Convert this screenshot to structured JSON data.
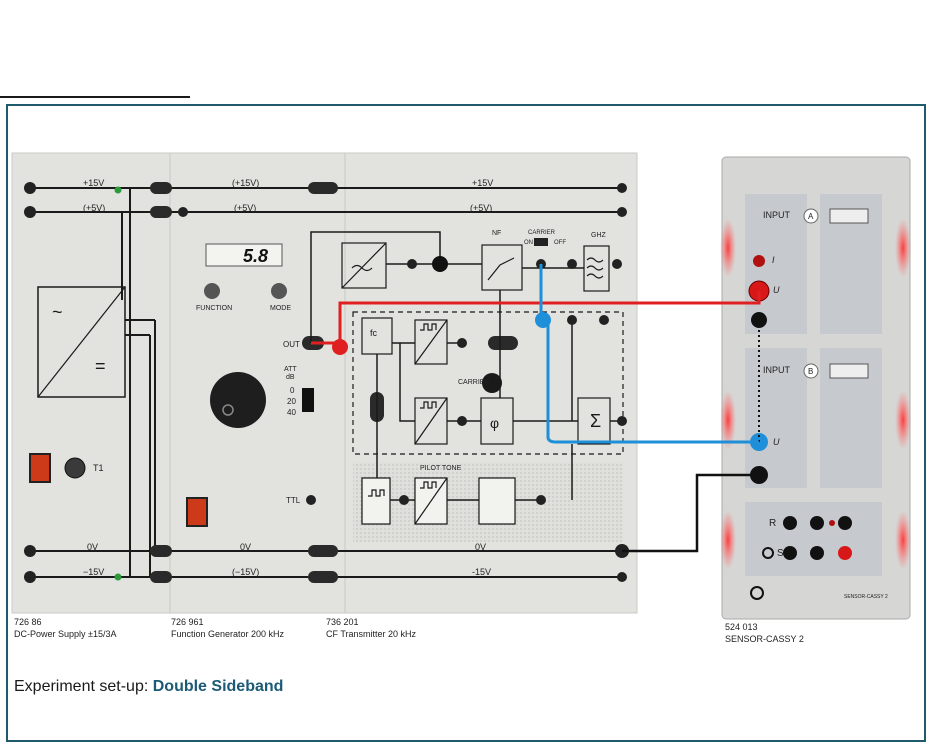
{
  "display": {
    "value": "5.8"
  },
  "panel_labels": {
    "plus15": "+15V",
    "plus5": "(+5V)",
    "plus15_paren": "(+15V)",
    "plus5_paren": "(+5V)",
    "plus15_right": "+15V",
    "plus5_right": "(+5V)",
    "zero_v": "0V",
    "minus15": "−15V",
    "minus15_paren": "(−15V)",
    "minus15_right": "-15V",
    "t1": "T1",
    "function": "FUNCTION",
    "mode": "MODE",
    "out": "OUT",
    "ttl": "TTL",
    "att": "ATT",
    "db": "dB",
    "att_0": "0",
    "att_20": "20",
    "att_40": "40",
    "carrier_on_off": "CARRIER",
    "on": "ON",
    "off": "OFF",
    "carrier_block": "CARRIER",
    "pilot_tone": "PILOT TONE",
    "nf": "NF",
    "ghz": "GHZ",
    "input_a": "INPUT",
    "input_b": "INPUT",
    "channel_a": "A",
    "channel_b": "B",
    "i_socket": "I",
    "u_socket": "U",
    "u_socket_b": "U",
    "r_socket": "R",
    "s_socket": "S",
    "sensor_cassy_badge": "SENSOR-CASSY 2"
  },
  "devices": [
    {
      "number": "726 86",
      "name": "DC-Power Supply ±15/3A"
    },
    {
      "number": "726 961",
      "name": "Function Generator 200 kHz"
    },
    {
      "number": "736 201",
      "name": "CF Transmitter 20 kHz"
    },
    {
      "number": "524 013",
      "name": "SENSOR-CASSY 2"
    }
  ],
  "caption": {
    "prefix": "Experiment set-up: ",
    "title": "Double Sideband"
  },
  "colors": {
    "frame": "#1f5b6d",
    "red_wire": "#e02020",
    "blue_wire": "#1e8fd8",
    "black_wire": "#111111",
    "caption_title": "#1c5a76",
    "panel": "#e2e2df"
  }
}
